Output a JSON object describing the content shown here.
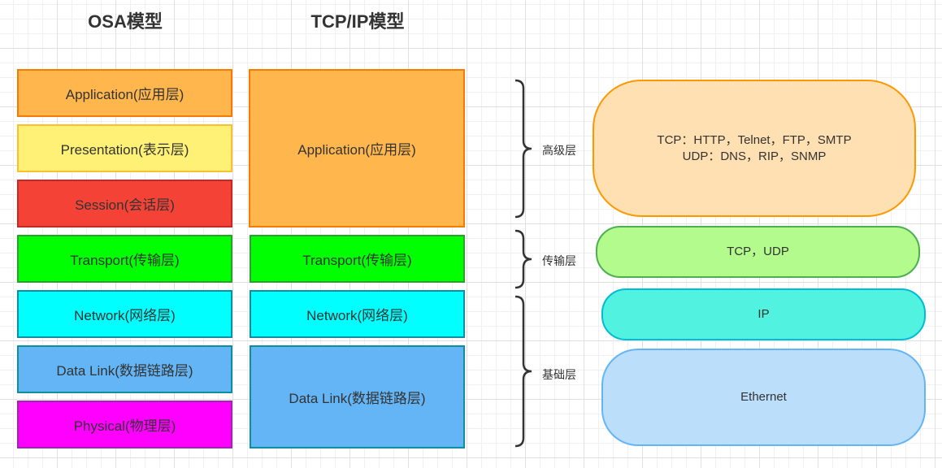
{
  "titles": {
    "osa": "OSA模型",
    "tcpip": "TCP/IP模型"
  },
  "osa_layers": [
    {
      "label": "Application(应用层)",
      "fill": "#FFB74D",
      "stroke": "#F57C00"
    },
    {
      "label": "Presentation(表示层)",
      "fill": "#FFF176",
      "stroke": "#FBC02D"
    },
    {
      "label": "Session(会话层)",
      "fill": "#F44336",
      "stroke": "#C62828"
    },
    {
      "label": "Transport(传输层)",
      "fill": "#00FF00",
      "stroke": "#2E9E2E"
    },
    {
      "label": "Network(网络层)",
      "fill": "#00FFFF",
      "stroke": "#0E8FA0"
    },
    {
      "label": "Data Link(数据链路层)",
      "fill": "#64B5F6",
      "stroke": "#0E8FA0"
    },
    {
      "label": "Physical(物理层)",
      "fill": "#FF00FF",
      "stroke": "#9C27B0"
    }
  ],
  "tcpip_layers": [
    {
      "label": "Application(应用层)",
      "fill": "#FFB74D",
      "stroke": "#F57C00"
    },
    {
      "label": "Transport(传输层)",
      "fill": "#00FF00",
      "stroke": "#2E9E2E"
    },
    {
      "label": "Network(网络层)",
      "fill": "#00FFFF",
      "stroke": "#0E8FA0"
    },
    {
      "label": "Data Link(数据链路层)",
      "fill": "#64B5F6",
      "stroke": "#0E8FA0"
    }
  ],
  "groups": [
    {
      "label": "高级层"
    },
    {
      "label": "传输层"
    },
    {
      "label": "基础层"
    }
  ],
  "protocols": [
    {
      "lines": [
        "TCP：HTTP，Telnet，FTP，SMTP",
        "UDP：DNS，RIP，SNMP"
      ],
      "fill": "#FFE0B2",
      "stroke": "#FF9800"
    },
    {
      "lines": [
        "TCP，UDP"
      ],
      "fill": "#B2FB8C",
      "stroke": "#4CAF50"
    },
    {
      "lines": [
        "IP"
      ],
      "fill": "#52F2E0",
      "stroke": "#00BCD4"
    },
    {
      "lines": [
        "Ethernet"
      ],
      "fill": "#BBDEFB",
      "stroke": "#64B5F6"
    }
  ]
}
